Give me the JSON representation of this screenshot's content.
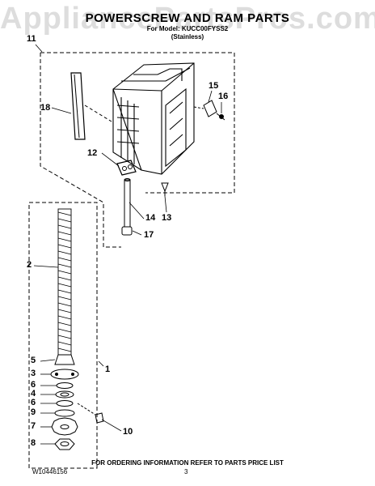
{
  "watermark": "AppliancePartsPros.com",
  "title": "POWERSCREW AND RAM PARTS",
  "subtitle_model": "For Model: KUCC00FYSS2",
  "subtitle_finish": "(Stainless)",
  "callouts": {
    "c11": "11",
    "c18": "18",
    "c15": "15",
    "c16": "16",
    "c12": "12",
    "c14": "14",
    "c13": "13",
    "c17": "17",
    "c2": "2",
    "c1": "1",
    "c5": "5",
    "c3": "3",
    "c6a": "6",
    "c4": "4",
    "c6b": "6",
    "c9": "9",
    "c7": "7",
    "c8": "8",
    "c10": "10"
  },
  "footer": {
    "order_info": "FOR ORDERING INFORMATION REFER TO PARTS PRICE LIST",
    "doc_number": "W10446156",
    "page_number": "3"
  }
}
